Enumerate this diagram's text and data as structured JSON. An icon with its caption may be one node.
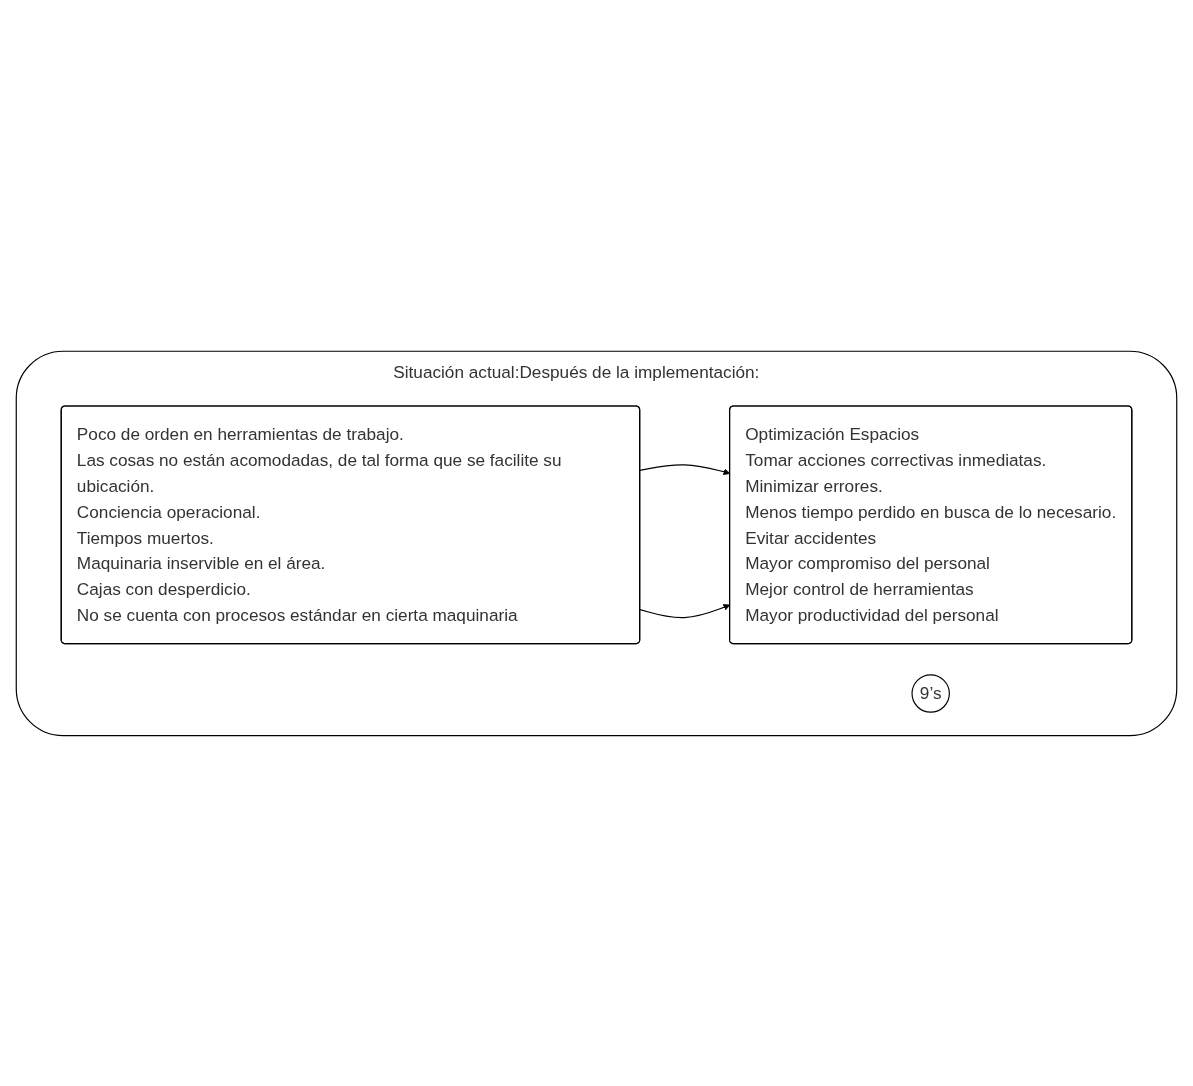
{
  "diagram": {
    "nodes": [
      {
        "text": [
          "Situación actual:Después de la implementación:"
        ]
      },
      {
        "text": [
          "Poco de orden en herramientas de trabajo.",
          "Las cosas no están acomodadas, de tal forma que se facilite su ubicación.",
          "Conciencia operacional.",
          "Tiempos muertos.",
          "Maquinaria inservible en el área.",
          "Cajas con desperdicio.",
          "No se cuenta con procesos estándar en cierta maquinaria"
        ],
        "in": 0
      },
      {
        "text": [
          "9’s"
        ],
        "in": 0
      },
      {
        "text": [
          "Optimización Espacios",
          "Tomar acciones correctivas inmediatas.",
          "Minimizar errores.",
          "Menos tiempo perdido en busca de lo necesario.",
          "Evitar accidentes",
          "Mayor compromiso del personal",
          "Mejor control de herramientas",
          "Mayor productividad del personal"
        ],
        "in": 0
      }
    ],
    "edges": [
      {
        "from": 1,
        "to": 3,
        "arrow": "to"
      },
      {
        "from": 1,
        "to": 3,
        "arrow": "to"
      }
    ]
  }
}
